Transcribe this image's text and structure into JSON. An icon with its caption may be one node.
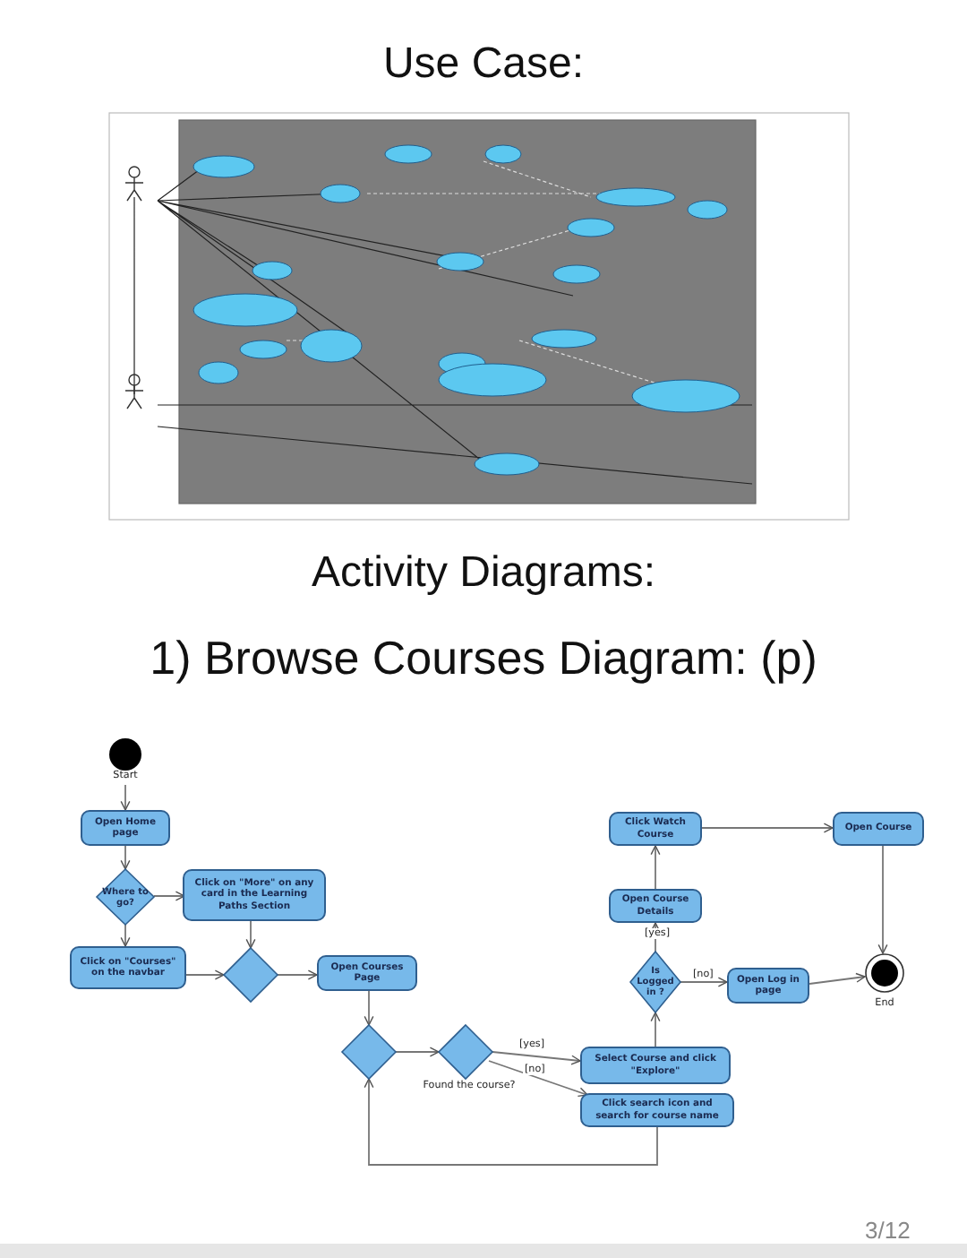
{
  "diagram": {
    "nodes": [
      {
        "text": [],
        "shape": "circle",
        "beside": [
          "Start"
        ]
      },
      {
        "text": [
          "Open Home page"
        ]
      },
      {
        "text": [
          "Where to go?"
        ]
      },
      {
        "text": [
          "Click on \"More\" on any card in the Learning Paths Section"
        ]
      },
      {
        "text": [
          "Click on \"Courses\" on the navbar"
        ]
      },
      {
        "text": [],
        "shape": "diamond"
      },
      {
        "text": [
          "Open Courses Page"
        ]
      },
      {
        "text": [],
        "shape": "diamond"
      },
      {
        "text": [],
        "shape": "diamond",
        "beside": [
          "Found the course?"
        ]
      },
      {
        "text": [
          "Select Course and click \"Explore\""
        ]
      },
      {
        "text": [
          "Click search icon and search for course name"
        ]
      },
      {
        "text": [
          "Is Logged in ?"
        ]
      },
      {
        "text": [
          "Open Course Details"
        ]
      },
      {
        "text": [
          "Click Watch Course"
        ]
      },
      {
        "text": [
          "Open Course"
        ]
      },
      {
        "text": [
          "Open Log in page"
        ]
      },
      {
        "text": [],
        "shape": "circle",
        "beside": [
          "End"
        ]
      }
    ],
    "edges": [
      {
        "from": 0,
        "to": 1,
        "arrow": "to"
      },
      {
        "from": 1,
        "to": 2,
        "arrow": "to"
      },
      {
        "from": 2,
        "to": 3,
        "arrow": "to"
      },
      {
        "from": 2,
        "to": 4,
        "arrow": "to"
      },
      {
        "from": 3,
        "to": 5,
        "arrow": "to"
      },
      {
        "from": 4,
        "to": 5,
        "arrow": "to"
      },
      {
        "from": 5,
        "to": 6,
        "arrow": "to"
      },
      {
        "from": 6,
        "to": 7,
        "arrow": "to"
      },
      {
        "from": 7,
        "to": 8,
        "arrow": "to"
      },
      {
        "from": 8,
        "to": 9,
        "arrow": "to",
        "label": "[yes]"
      },
      {
        "from": 8,
        "to": 10,
        "arrow": "to",
        "label": "[no]"
      },
      {
        "from": 10,
        "to": 7,
        "arrow": "to"
      },
      {
        "from": 9,
        "to": 11,
        "arrow": "to"
      },
      {
        "from": 11,
        "to": 12,
        "arrow": "to",
        "label": "[yes]"
      },
      {
        "from": 11,
        "to": 15,
        "arrow": "to",
        "label": "[no]"
      },
      {
        "from": 12,
        "to": 13,
        "arrow": "to"
      },
      {
        "from": 13,
        "to": 14,
        "arrow": "to"
      },
      {
        "from": 14,
        "to": 16,
        "arrow": "to"
      },
      {
        "from": 15,
        "to": 16,
        "arrow": "to"
      }
    ],
    "labels": [
      "Use Case:",
      "Activity Diagrams:",
      "1) Browse Courses Diagram: (p)",
      "3/12"
    ]
  }
}
